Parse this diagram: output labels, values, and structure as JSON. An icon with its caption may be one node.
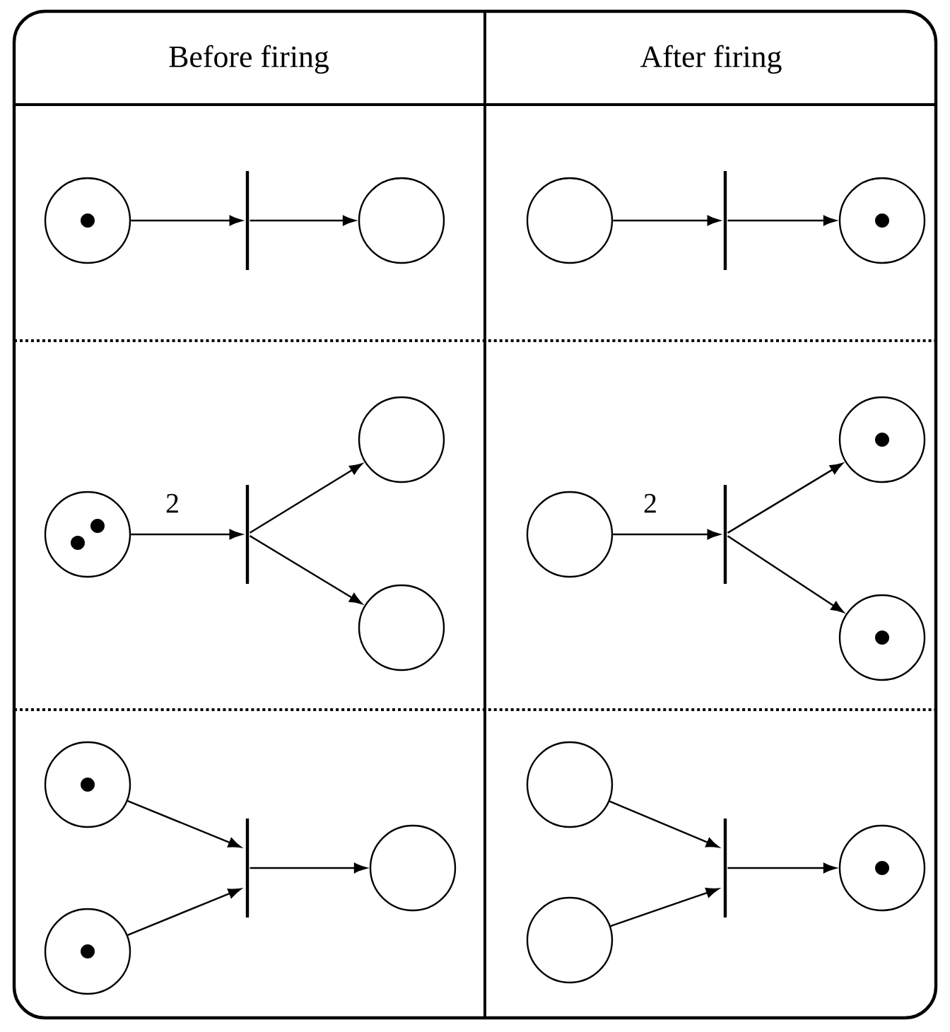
{
  "diagram": {
    "nodes": [
      {
        "text": [],
        "shape": "circle"
      },
      {
        "text": [],
        "shape": "bar"
      },
      {
        "text": [],
        "shape": "circle"
      },
      {
        "text": [],
        "shape": "circle"
      },
      {
        "text": [],
        "shape": "bar"
      },
      {
        "text": [],
        "shape": "circle"
      },
      {
        "text": [],
        "shape": "circle"
      },
      {
        "text": [],
        "shape": "bar"
      },
      {
        "text": [],
        "shape": "circle"
      },
      {
        "text": [],
        "shape": "circle"
      },
      {
        "text": [],
        "shape": "circle"
      },
      {
        "text": [],
        "shape": "bar"
      },
      {
        "text": [],
        "shape": "circle"
      },
      {
        "text": [],
        "shape": "circle"
      },
      {
        "text": [],
        "shape": "circle"
      },
      {
        "text": [],
        "shape": "circle"
      },
      {
        "text": [],
        "shape": "bar"
      },
      {
        "text": [],
        "shape": "circle"
      },
      {
        "text": [],
        "shape": "circle"
      },
      {
        "text": [],
        "shape": "circle"
      },
      {
        "text": [],
        "shape": "bar"
      },
      {
        "text": [],
        "shape": "circle"
      }
    ],
    "edges": [
      {
        "from": 0,
        "to": 1,
        "arrow": "to"
      },
      {
        "from": 1,
        "to": 2,
        "arrow": "to"
      },
      {
        "from": 3,
        "to": 4,
        "arrow": "to"
      },
      {
        "from": 4,
        "to": 5,
        "arrow": "to"
      },
      {
        "from": 6,
        "to": 7,
        "arrow": "to",
        "label": "2"
      },
      {
        "from": 7,
        "to": 8,
        "arrow": "to"
      },
      {
        "from": 7,
        "to": 9,
        "arrow": "to"
      },
      {
        "from": 10,
        "to": 11,
        "arrow": "to",
        "label": "2"
      },
      {
        "from": 11,
        "to": 12,
        "arrow": "to"
      },
      {
        "from": 11,
        "to": 13,
        "arrow": "to"
      },
      {
        "from": 14,
        "to": 16,
        "arrow": "to"
      },
      {
        "from": 15,
        "to": 16,
        "arrow": "to"
      },
      {
        "from": 16,
        "to": 17,
        "arrow": "to"
      },
      {
        "from": 18,
        "to": 20,
        "arrow": "to"
      },
      {
        "from": 19,
        "to": 20,
        "arrow": "to"
      },
      {
        "from": 20,
        "to": 21,
        "arrow": "to"
      }
    ],
    "labels": [
      "Before firing",
      "After firing"
    ]
  }
}
